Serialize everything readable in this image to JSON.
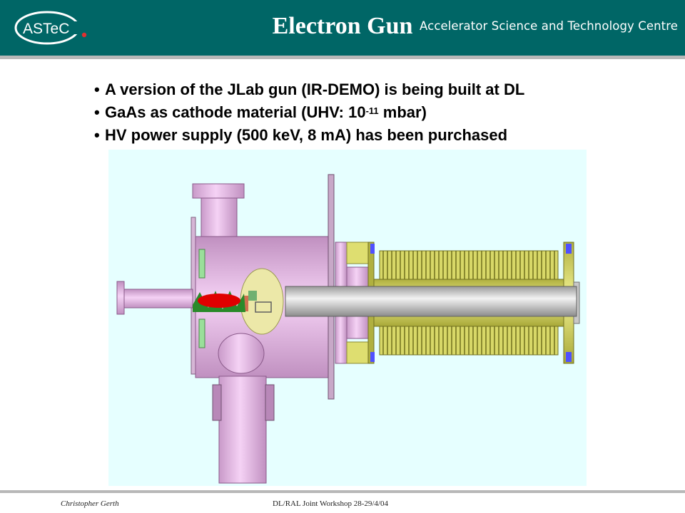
{
  "header": {
    "logo_text": "ASTeC",
    "title": "Electron Gun",
    "organization": "Accelerator Science and Technology Centre"
  },
  "bullets": [
    {
      "text": "A version of the JLab gun (IR-DEMO) is being built at DL"
    },
    {
      "text_before": "GaAs as cathode material (UHV: 10",
      "superscript": "-11",
      "text_after": " mbar)"
    },
    {
      "text": "HV power supply (500 keV, 8 mA) has been purchased"
    }
  ],
  "bullet_symbol": "•",
  "footer": {
    "author": "Christopher Gerth",
    "event": "DL/RAL Joint Workshop 28-29/4/04"
  },
  "colors": {
    "header_bg": "#006666",
    "figure_bg": "#e6ffff",
    "chamber": "#f0c8f0",
    "bellows": "#dede70",
    "beam": "#e00000",
    "flange_blue": "#5050ff"
  }
}
